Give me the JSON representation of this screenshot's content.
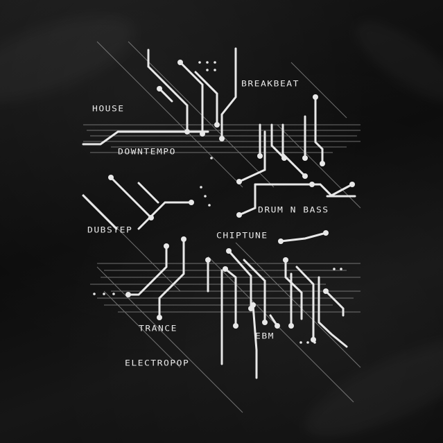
{
  "print": {
    "ink_color": "#e8e8e8",
    "fabric_color": "#111111",
    "genres": [
      "BREAKBEAT",
      "HOUSE",
      "DOWNTEMPO",
      "DRUM N BASS",
      "DUBSTEP",
      "CHIPTUNE",
      "TRANCE",
      "EBM",
      "ELECTROPOP"
    ]
  }
}
